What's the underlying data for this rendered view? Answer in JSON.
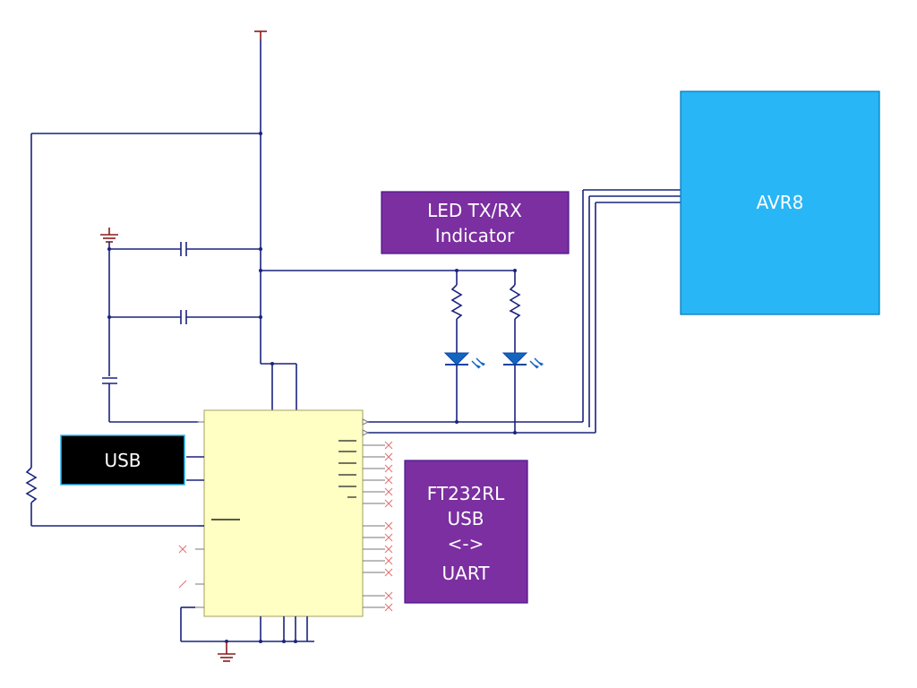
{
  "blocks": {
    "avr": {
      "label": "AVR8",
      "fill": "#29b6f6",
      "stroke": "#0277bd"
    },
    "led_indicator": {
      "lines": [
        "LED TX/RX",
        "Indicator"
      ],
      "fill": "#7b2fa0",
      "stroke": "#4a148c"
    },
    "usb": {
      "label": "USB",
      "fill": "#000000",
      "stroke": "#29b6f6"
    },
    "ft232": {
      "lines": [
        "FT232RL",
        "USB",
        "<->",
        "UART"
      ],
      "fill": "#7b2fa0",
      "stroke": "#4a148c"
    },
    "chip": {
      "fill": "#ffffc4",
      "stroke": "#a0a060"
    }
  },
  "colors": {
    "wire": "#1a237e",
    "power": "#8b1a1a",
    "led": "#1565c0",
    "no_connect": "#e57373"
  },
  "icons": [
    "vcc-symbol-icon",
    "ground-symbol-icon",
    "capacitor-icon",
    "resistor-icon",
    "led-icon"
  ]
}
